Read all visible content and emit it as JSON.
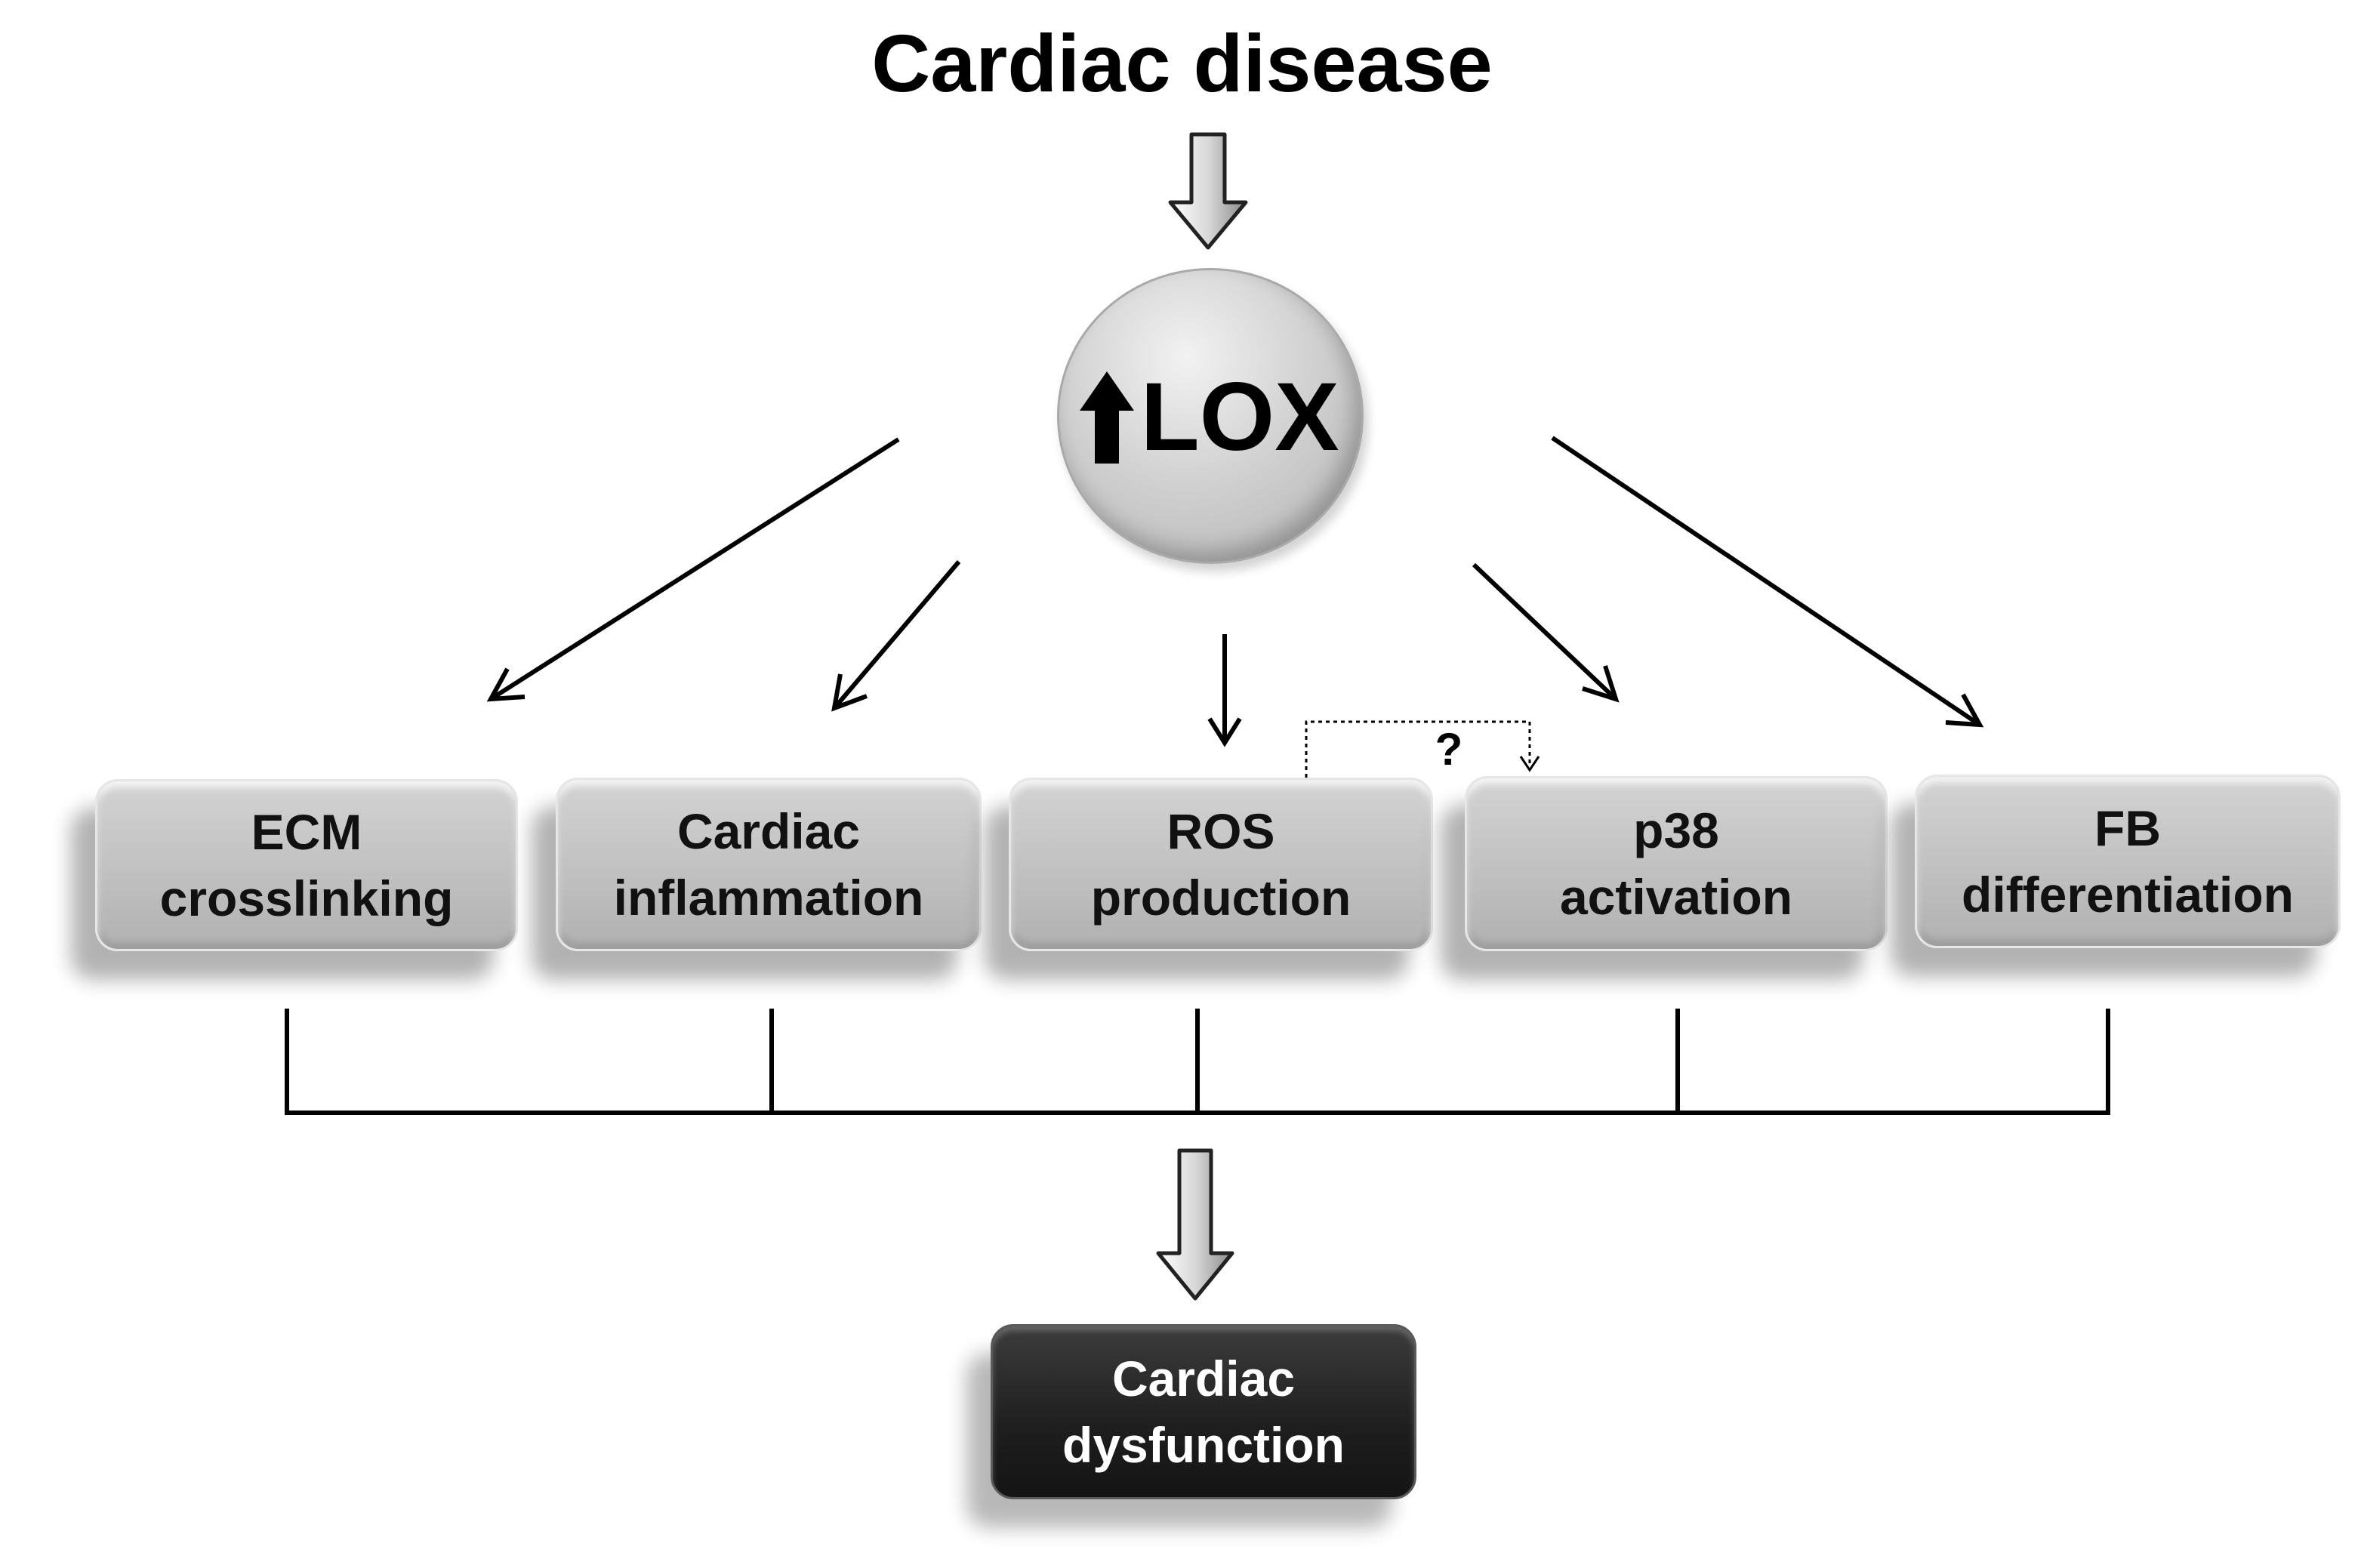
{
  "title": "Cardiac disease",
  "hub": {
    "label": "LOX",
    "arrow_icon": "up-arrow-icon"
  },
  "mechanisms": [
    {
      "line1": "ECM",
      "line2": "crosslinking"
    },
    {
      "line1": "Cardiac",
      "line2": "inflammation"
    },
    {
      "line1": "ROS",
      "line2": "production"
    },
    {
      "line1": "p38",
      "line2": "activation"
    },
    {
      "line1": "FB",
      "line2": "differentiation"
    }
  ],
  "uncertain_link_label": "?",
  "outcome": {
    "line1": "Cardiac",
    "line2": "dysfunction"
  },
  "colors": {
    "box_fill": "#c4c4c4",
    "outcome_fill": "#1e1e1e",
    "line": "#000000"
  }
}
